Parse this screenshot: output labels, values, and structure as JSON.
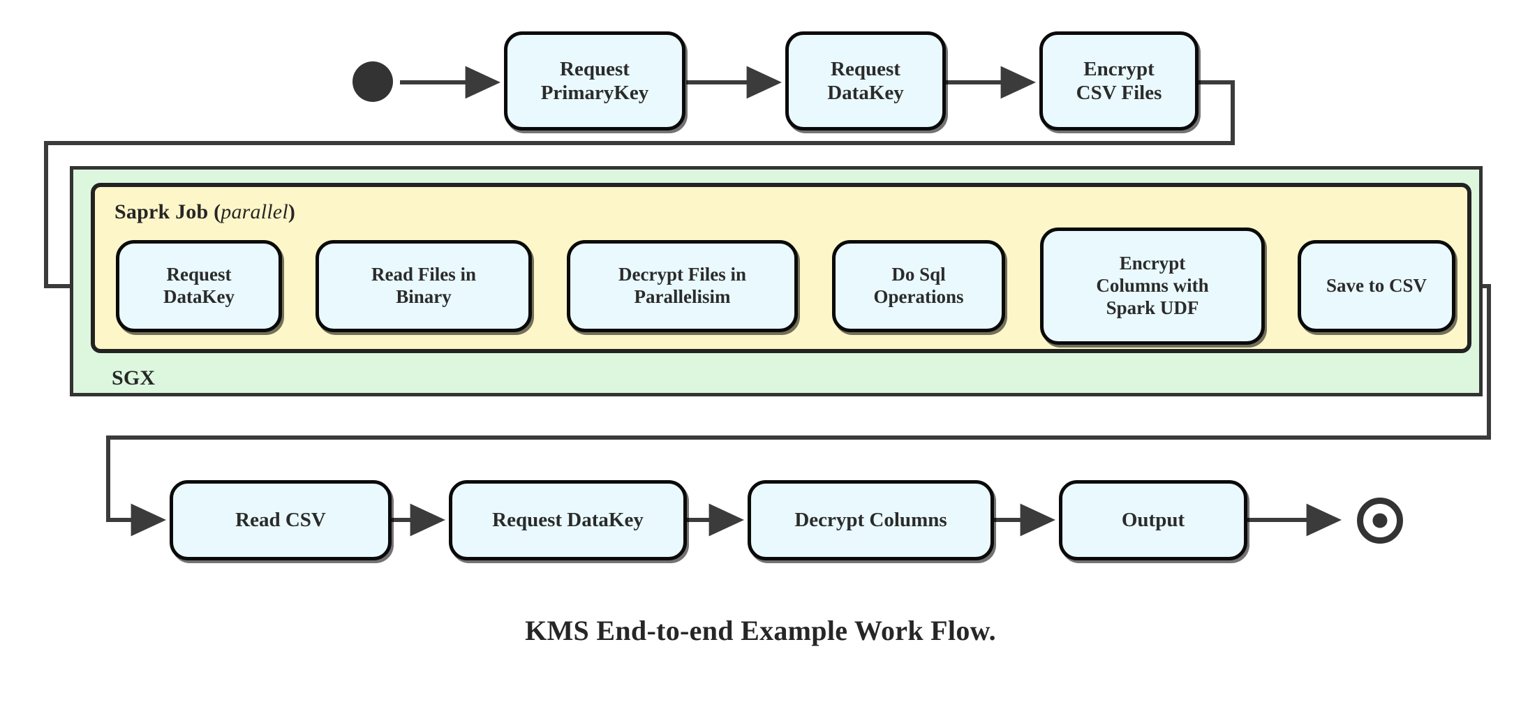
{
  "figure": {
    "caption": "KMS End-to-end Example Work Flow.",
    "colors": {
      "node_fill": "#e9f9fd",
      "node_stroke": "#0a0a0a",
      "sgx_fill": "#ddf7df",
      "spark_fill": "#fdf6c8",
      "line": "#3b3b3b",
      "text": "#2b2b2b"
    }
  },
  "containers": {
    "sgx": {
      "label": "SGX"
    },
    "spark": {
      "label": "Saprk Job",
      "modifier": "parallel",
      "open_paren": "(",
      "close_paren": ")"
    }
  },
  "markers": {
    "start": "start-node",
    "end": "end-node"
  },
  "rows": {
    "top": {
      "nodes": [
        {
          "id": "request-primarykey",
          "lines": [
            "Request",
            "PrimaryKey"
          ]
        },
        {
          "id": "request-datakey-top",
          "lines": [
            "Request",
            "DataKey"
          ]
        },
        {
          "id": "encrypt-csv-files",
          "lines": [
            "Encrypt",
            "CSV Files"
          ]
        }
      ]
    },
    "spark": {
      "nodes": [
        {
          "id": "request-datakey-spark",
          "lines": [
            "Request",
            "DataKey"
          ]
        },
        {
          "id": "read-files-in-binary",
          "lines": [
            "Read Files in",
            "Binary"
          ]
        },
        {
          "id": "decrypt-files-in-parallelisim",
          "lines": [
            "Decrypt Files in",
            "Parallelisim"
          ]
        },
        {
          "id": "do-sql-operations",
          "lines": [
            "Do Sql",
            "Operations"
          ]
        },
        {
          "id": "encrypt-columns-with-spark-udf",
          "lines": [
            "Encrypt",
            "Columns with",
            "Spark UDF"
          ]
        },
        {
          "id": "save-to-csv",
          "lines": [
            "Save to CSV"
          ]
        }
      ]
    },
    "bottom": {
      "nodes": [
        {
          "id": "read-csv",
          "lines": [
            "Read CSV"
          ]
        },
        {
          "id": "request-datakey-bottom",
          "lines": [
            "Request DataKey"
          ]
        },
        {
          "id": "decrypt-columns",
          "lines": [
            "Decrypt Columns"
          ]
        },
        {
          "id": "output",
          "lines": [
            "Output"
          ]
        }
      ]
    }
  }
}
